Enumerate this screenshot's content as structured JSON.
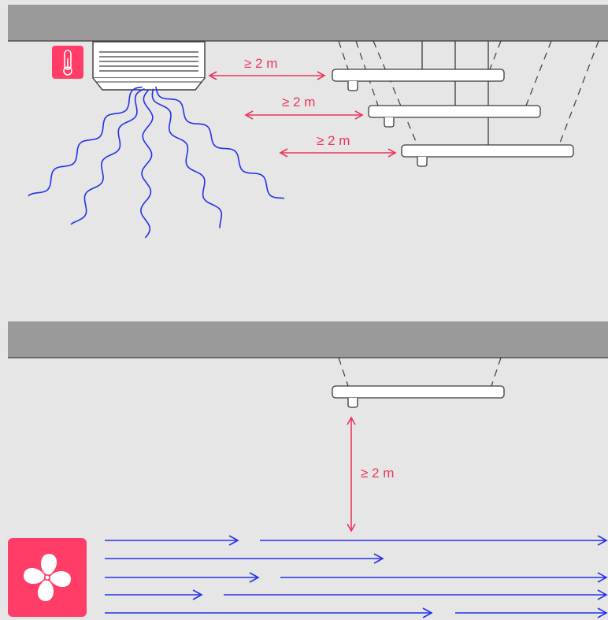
{
  "colors": {
    "background": "#e6e6e6",
    "ceiling": "#9a9a9a",
    "accent": "#ff3d66",
    "arrow": "#e8365a",
    "airflow": "#2331e8",
    "outline": "#3a3a3a"
  },
  "icons": {
    "thermometer": "thermometer-icon",
    "fan": "fan-icon"
  },
  "scene_top": {
    "distance_labels": [
      "≥ 2 m",
      "≥ 2 m",
      "≥ 2 m"
    ]
  },
  "scene_bottom": {
    "distance_label": "≥ 2 m"
  }
}
